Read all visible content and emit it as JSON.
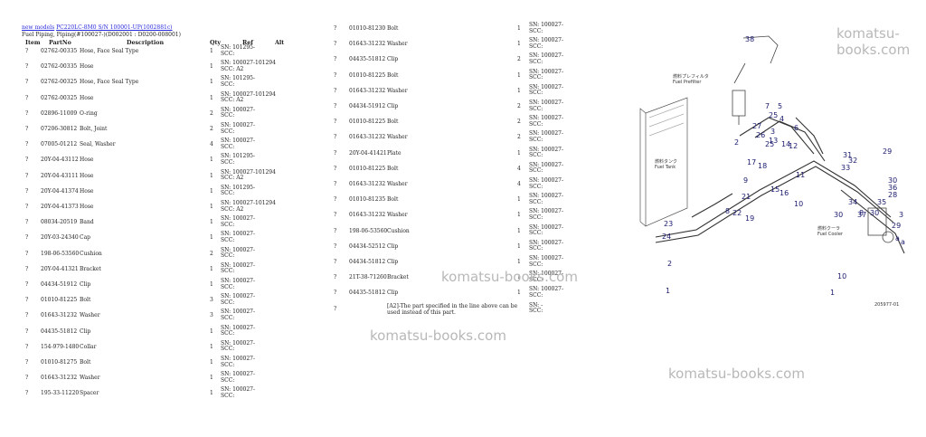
{
  "header": {
    "link_new": "new models",
    "link_model": "PC220LC-8M0 S/N 100001-UP(1002881c)",
    "subtitle": "Fuel Piping, Piping(#100027-)(D002001 : D0200-008001)"
  },
  "columns": {
    "item": "Item",
    "part": "PartNo",
    "desc": "Description",
    "qty": "Qty",
    "ref": "Ref",
    "alt": "Alt"
  },
  "left_rows": [
    {
      "item": "?",
      "part": "02762-00335",
      "desc": "Hose, Face Seal Type",
      "qty": "1",
      "ref": [
        "SN: 101295-",
        "SCC:"
      ]
    },
    {
      "item": "?",
      "part": "02762-00335",
      "desc": "Hose",
      "qty": "1",
      "ref": [
        "SN: 100027-101294",
        "SCC: A2"
      ]
    },
    {
      "item": "?",
      "part": "02762-00325",
      "desc": "Hose, Face Seal Type",
      "qty": "1",
      "ref": [
        "SN: 101295-",
        "SCC:"
      ]
    },
    {
      "item": "?",
      "part": "02762-00325",
      "desc": "Hose",
      "qty": "1",
      "ref": [
        "SN: 100027-101294",
        "SCC: A2"
      ]
    },
    {
      "item": "?",
      "part": "02896-11009",
      "desc": "O-ring",
      "qty": "2",
      "ref": [
        "SN: 100027-",
        "SCC:"
      ]
    },
    {
      "item": "?",
      "part": "07206-30812",
      "desc": "Bolt, Joint",
      "qty": "2",
      "ref": [
        "SN: 100027-",
        "SCC:"
      ]
    },
    {
      "item": "?",
      "part": "07005-01212",
      "desc": "Seal, Washer",
      "qty": "4",
      "ref": [
        "SN: 100027-",
        "SCC:"
      ]
    },
    {
      "item": "?",
      "part": "20Y-04-43112",
      "desc": "Hose",
      "qty": "1",
      "ref": [
        "SN: 101295-",
        "SCC:"
      ]
    },
    {
      "item": "?",
      "part": "20Y-04-43111",
      "desc": "Hose",
      "qty": "1",
      "ref": [
        "SN: 100027-101294",
        "SCC: A2"
      ]
    },
    {
      "item": "?",
      "part": "20Y-04-41374",
      "desc": "Hose",
      "qty": "1",
      "ref": [
        "SN: 101295-",
        "SCC:"
      ]
    },
    {
      "item": "?",
      "part": "20Y-04-41373",
      "desc": "Hose",
      "qty": "1",
      "ref": [
        "SN: 100027-101294",
        "SCC: A2"
      ]
    },
    {
      "item": "?",
      "part": "08034-20519",
      "desc": "Band",
      "qty": "1",
      "ref": [
        "SN: 100027-",
        "SCC:"
      ]
    },
    {
      "item": "?",
      "part": "20Y-03-24340",
      "desc": "Cap",
      "qty": "1",
      "ref": [
        "SN: 100027-",
        "SCC:"
      ]
    },
    {
      "item": "?",
      "part": "198-06-53560",
      "desc": "Cushion",
      "qty": "2",
      "ref": [
        "SN: 100027-",
        "SCC:"
      ]
    },
    {
      "item": "?",
      "part": "20Y-04-41321",
      "desc": "Bracket",
      "qty": "1",
      "ref": [
        "SN: 100027-",
        "SCC:"
      ]
    },
    {
      "item": "?",
      "part": "04434-51912",
      "desc": "Clip",
      "qty": "1",
      "ref": [
        "SN: 100027-",
        "SCC:"
      ]
    },
    {
      "item": "?",
      "part": "01010-81225",
      "desc": "Bolt",
      "qty": "3",
      "ref": [
        "SN: 100027-",
        "SCC:"
      ]
    },
    {
      "item": "?",
      "part": "01643-31232",
      "desc": "Washer",
      "qty": "3",
      "ref": [
        "SN: 100027-",
        "SCC:"
      ]
    },
    {
      "item": "?",
      "part": "04435-51812",
      "desc": "Clip",
      "qty": "1",
      "ref": [
        "SN: 100027-",
        "SCC:"
      ]
    },
    {
      "item": "?",
      "part": "154-979-1480",
      "desc": "Collar",
      "qty": "1",
      "ref": [
        "SN: 100027-",
        "SCC:"
      ]
    },
    {
      "item": "?",
      "part": "01010-81275",
      "desc": "Bolt",
      "qty": "1",
      "ref": [
        "SN: 100027-",
        "SCC:"
      ]
    },
    {
      "item": "?",
      "part": "01643-31232",
      "desc": "Washer",
      "qty": "1",
      "ref": [
        "SN: 100027-",
        "SCC:"
      ]
    },
    {
      "item": "?",
      "part": "195-33-11220",
      "desc": "Spacer",
      "qty": "1",
      "ref": [
        "SN: 100027-",
        "SCC:"
      ]
    }
  ],
  "mid_rows": [
    {
      "item": "?",
      "part": "01010-81230",
      "desc": "Bolt",
      "qty": "1",
      "ref": [
        "SN: 100027-",
        "SCC:"
      ]
    },
    {
      "item": "?",
      "part": "01643-31232",
      "desc": "Washer",
      "qty": "1",
      "ref": [
        "SN: 100027-",
        "SCC:"
      ]
    },
    {
      "item": "?",
      "part": "04435-51812",
      "desc": "Clip",
      "qty": "2",
      "ref": [
        "SN: 100027-",
        "SCC:"
      ]
    },
    {
      "item": "?",
      "part": "01010-81225",
      "desc": "Bolt",
      "qty": "1",
      "ref": [
        "SN: 100027-",
        "SCC:"
      ]
    },
    {
      "item": "?",
      "part": "01643-31232",
      "desc": "Washer",
      "qty": "1",
      "ref": [
        "SN: 100027-",
        "SCC:"
      ]
    },
    {
      "item": "?",
      "part": "04434-51912",
      "desc": "Clip",
      "qty": "2",
      "ref": [
        "SN: 100027-",
        "SCC:"
      ]
    },
    {
      "item": "?",
      "part": "01010-81225",
      "desc": "Bolt",
      "qty": "2",
      "ref": [
        "SN: 100027-",
        "SCC:"
      ]
    },
    {
      "item": "?",
      "part": "01643-31232",
      "desc": "Washer",
      "qty": "2",
      "ref": [
        "SN: 100027-",
        "SCC:"
      ]
    },
    {
      "item": "?",
      "part": "20Y-04-41421",
      "desc": "Plate",
      "qty": "1",
      "ref": [
        "SN: 100027-",
        "SCC:"
      ]
    },
    {
      "item": "?",
      "part": "01010-81225",
      "desc": "Bolt",
      "qty": "4",
      "ref": [
        "SN: 100027-",
        "SCC:"
      ]
    },
    {
      "item": "?",
      "part": "01643-31232",
      "desc": "Washer",
      "qty": "4",
      "ref": [
        "SN: 100027-",
        "SCC:"
      ]
    },
    {
      "item": "?",
      "part": "01010-81235",
      "desc": "Bolt",
      "qty": "1",
      "ref": [
        "SN: 100027-",
        "SCC:"
      ]
    },
    {
      "item": "?",
      "part": "01643-31232",
      "desc": "Washer",
      "qty": "1",
      "ref": [
        "SN: 100027-",
        "SCC:"
      ]
    },
    {
      "item": "?",
      "part": "198-06-53560",
      "desc": "Cushion",
      "qty": "1",
      "ref": [
        "SN: 100027-",
        "SCC:"
      ]
    },
    {
      "item": "?",
      "part": "04434-52512",
      "desc": "Clip",
      "qty": "1",
      "ref": [
        "SN: 100027-",
        "SCC:"
      ]
    },
    {
      "item": "?",
      "part": "04434-51812",
      "desc": "Clip",
      "qty": "1",
      "ref": [
        "SN: 100027-",
        "SCC:"
      ]
    },
    {
      "item": "?",
      "part": "21T-38-71260",
      "desc": "Bracket",
      "qty": "1",
      "ref": [
        "SN: 100027-",
        "SCC:"
      ]
    },
    {
      "item": "?",
      "part": "04435-51812",
      "desc": "Clip",
      "qty": "1",
      "ref": [
        "SN: 100027-",
        "SCC:"
      ]
    },
    {
      "item": "?",
      "part": "",
      "desc": "",
      "qty": "",
      "ref": [
        "SN: -",
        "SCC:"
      ]
    }
  ],
  "note": "[A2]-The part specified in the line above can be used instead of this part.",
  "watermarks": [
    "komatsu-books.com",
    "komatsu-books.com",
    "komatsu-books.com",
    "komatsu-books.com"
  ],
  "diagram": {
    "label_prefilter_jp": "燃料プレフィルタ",
    "label_prefilter": "Fuel Prefilter",
    "label_tank_jp": "燃料タンク",
    "label_tank": "Fuel Tank",
    "label_cooler_jp": "燃料クーラ",
    "label_cooler": "Fuel Cooler",
    "drawing_no": "205977-01",
    "callouts": [
      "38",
      "7",
      "25",
      "5",
      "4",
      "6",
      "26",
      "27",
      "3",
      "13",
      "2",
      "14",
      "25",
      "12",
      "17",
      "18",
      "9",
      "11",
      "10",
      "15",
      "16",
      "21",
      "8",
      "22",
      "19",
      "23",
      "24",
      "2",
      "1",
      "29",
      "31",
      "32",
      "33",
      "30",
      "36",
      "28",
      "35",
      "34",
      "30",
      "37",
      "29",
      "30",
      "8",
      "3",
      "a",
      "a",
      "1",
      "10"
    ]
  }
}
